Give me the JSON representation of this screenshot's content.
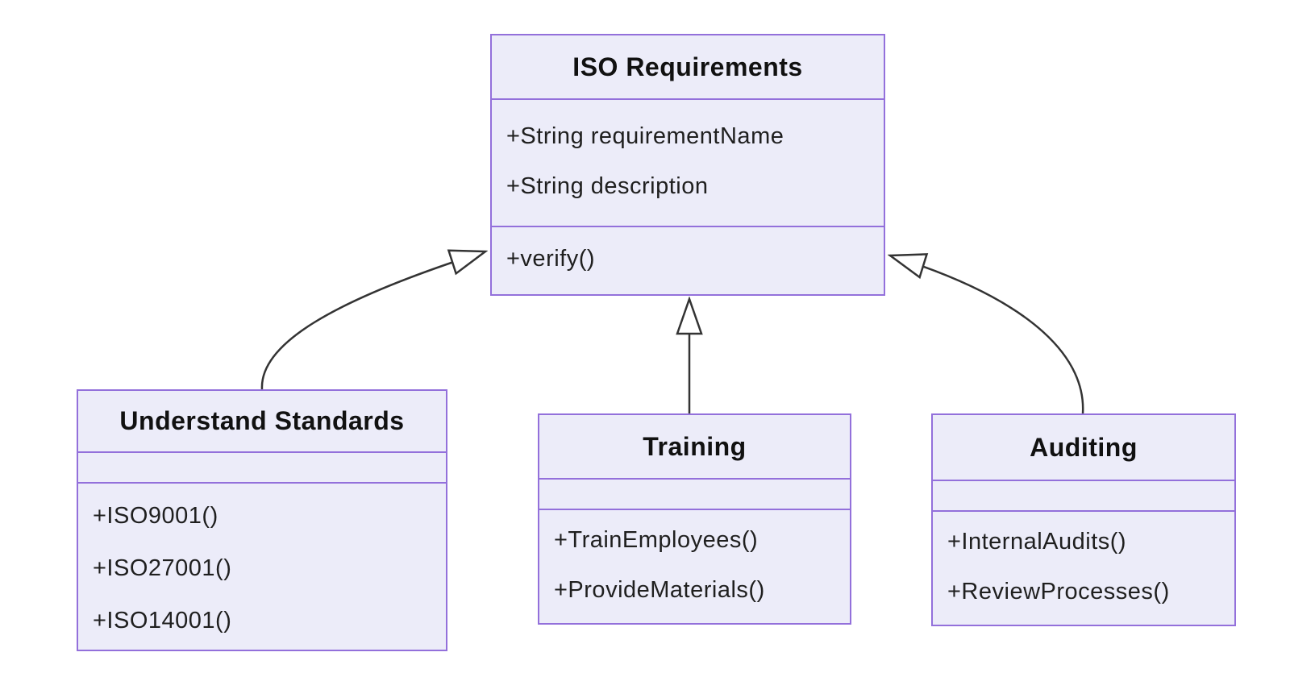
{
  "diagram": {
    "type": "uml-class-diagram",
    "colors": {
      "background": "#ffffff",
      "box_fill": "#ececf9",
      "box_border": "#9370db",
      "title_text": "#111111",
      "member_text": "#1f1f1f",
      "line": "#333333",
      "arrowhead_fill": "#ffffff"
    },
    "classes": {
      "iso_requirements": {
        "title": "ISO Requirements",
        "attributes": [
          "+String requirementName",
          "+String description"
        ],
        "methods": [
          "+verify()"
        ]
      },
      "understand_standards": {
        "title": "Understand Standards",
        "attributes": [],
        "methods": [
          "+ISO9001()",
          "+ISO27001()",
          "+ISO14001()"
        ]
      },
      "training": {
        "title": "Training",
        "attributes": [],
        "methods": [
          "+TrainEmployees()",
          "+ProvideMaterials()"
        ]
      },
      "auditing": {
        "title": "Auditing",
        "attributes": [],
        "methods": [
          "+InternalAudits()",
          "+ReviewProcesses()"
        ]
      }
    },
    "relations": [
      {
        "from": "Understand Standards",
        "to": "ISO Requirements",
        "type": "inheritance"
      },
      {
        "from": "Training",
        "to": "ISO Requirements",
        "type": "inheritance"
      },
      {
        "from": "Auditing",
        "to": "ISO Requirements",
        "type": "inheritance"
      }
    ]
  }
}
